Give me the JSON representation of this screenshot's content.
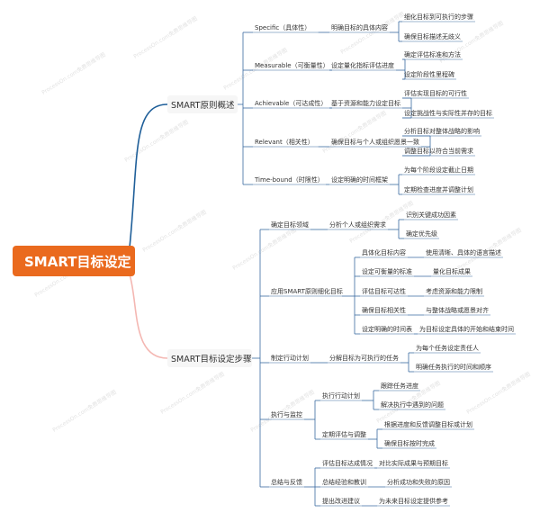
{
  "colors": {
    "root": "#ea6a1e",
    "branch_top": "#1f5f99",
    "branch_bottom": "#f4b7b2",
    "underline": "#1f5f99",
    "connector": "#3a6aa0",
    "text": "#333333"
  },
  "watermark": "ProcessOn.com免费思维导图",
  "root": {
    "label": "SMART目标设定"
  },
  "branches": [
    {
      "label": "SMART原则概述",
      "children": [
        {
          "label": "Specific（具体性）",
          "children": [
            {
              "label": "明确目标的具体内容",
              "children": [
                {
                  "label": "细化目标到可执行的步骤"
                },
                {
                  "label": "确保目标描述无歧义"
                }
              ]
            }
          ]
        },
        {
          "label": "Measurable（可衡量性）",
          "children": [
            {
              "label": "设定量化指标评估进度",
              "children": [
                {
                  "label": "确定评估标准和方法"
                },
                {
                  "label": "设定阶段性里程碑"
                }
              ]
            }
          ]
        },
        {
          "label": "Achievable（可达成性）",
          "children": [
            {
              "label": "基于资源和能力设定目标",
              "children": [
                {
                  "label": "评估实现目标的可行性"
                },
                {
                  "label": "设定挑战性与实际性并存的目标"
                }
              ]
            }
          ]
        },
        {
          "label": "Relevant（相关性）",
          "children": [
            {
              "label": "确保目标与个人或组织愿景一致",
              "children": [
                {
                  "label": "分析目标对整体战略的影响"
                },
                {
                  "label": "调整目标以符合当前需求"
                }
              ]
            }
          ]
        },
        {
          "label": "Time-bound（时限性）",
          "children": [
            {
              "label": "设定明确的时间框架",
              "children": [
                {
                  "label": "为每个阶段设定截止日期"
                },
                {
                  "label": "定期检查进度并调整计划"
                }
              ]
            }
          ]
        }
      ]
    },
    {
      "label": "SMART目标设定步骤",
      "children": [
        {
          "label": "确定目标领域",
          "children": [
            {
              "label": "分析个人或组织需求",
              "children": [
                {
                  "label": "识别关键成功因素"
                },
                {
                  "label": "确定优先级"
                }
              ]
            }
          ]
        },
        {
          "label": "应用SMART原则细化目标",
          "children": [
            {
              "label": "具体化目标内容",
              "children": [
                {
                  "label": "使用清晰、具体的语言描述"
                }
              ]
            },
            {
              "label": "设定可衡量的标准",
              "children": [
                {
                  "label": "量化目标成果"
                }
              ]
            },
            {
              "label": "评估目标可达性",
              "children": [
                {
                  "label": "考虑资源和能力限制"
                }
              ]
            },
            {
              "label": "确保目标相关性",
              "children": [
                {
                  "label": "与整体战略或愿景对齐"
                }
              ]
            },
            {
              "label": "设定明确的时间表",
              "children": [
                {
                  "label": "为目标设定具体的开始和结束时间"
                }
              ]
            }
          ]
        },
        {
          "label": "制定行动计划",
          "children": [
            {
              "label": "分解目标为可执行的任务",
              "children": [
                {
                  "label": "为每个任务设定责任人"
                },
                {
                  "label": "明确任务执行的时间和顺序"
                }
              ]
            }
          ]
        },
        {
          "label": "执行与监控",
          "children": [
            {
              "label": "执行行动计划",
              "children": [
                {
                  "label": "跟踪任务进度"
                },
                {
                  "label": "解决执行中遇到的问题"
                }
              ]
            },
            {
              "label": "定期评估与调整",
              "children": [
                {
                  "label": "根据进度和反馈调整目标或计划"
                },
                {
                  "label": "确保目标按时完成"
                }
              ]
            }
          ]
        },
        {
          "label": "总结与反馈",
          "children": [
            {
              "label": "评估目标达成情况",
              "children": [
                {
                  "label": "对比实际成果与预期目标"
                }
              ]
            },
            {
              "label": "总结经验和教训",
              "children": [
                {
                  "label": "分析成功和失败的原因"
                }
              ]
            },
            {
              "label": "提出改进建议",
              "children": [
                {
                  "label": "为未来目标设定提供参考"
                }
              ]
            }
          ]
        }
      ]
    }
  ]
}
